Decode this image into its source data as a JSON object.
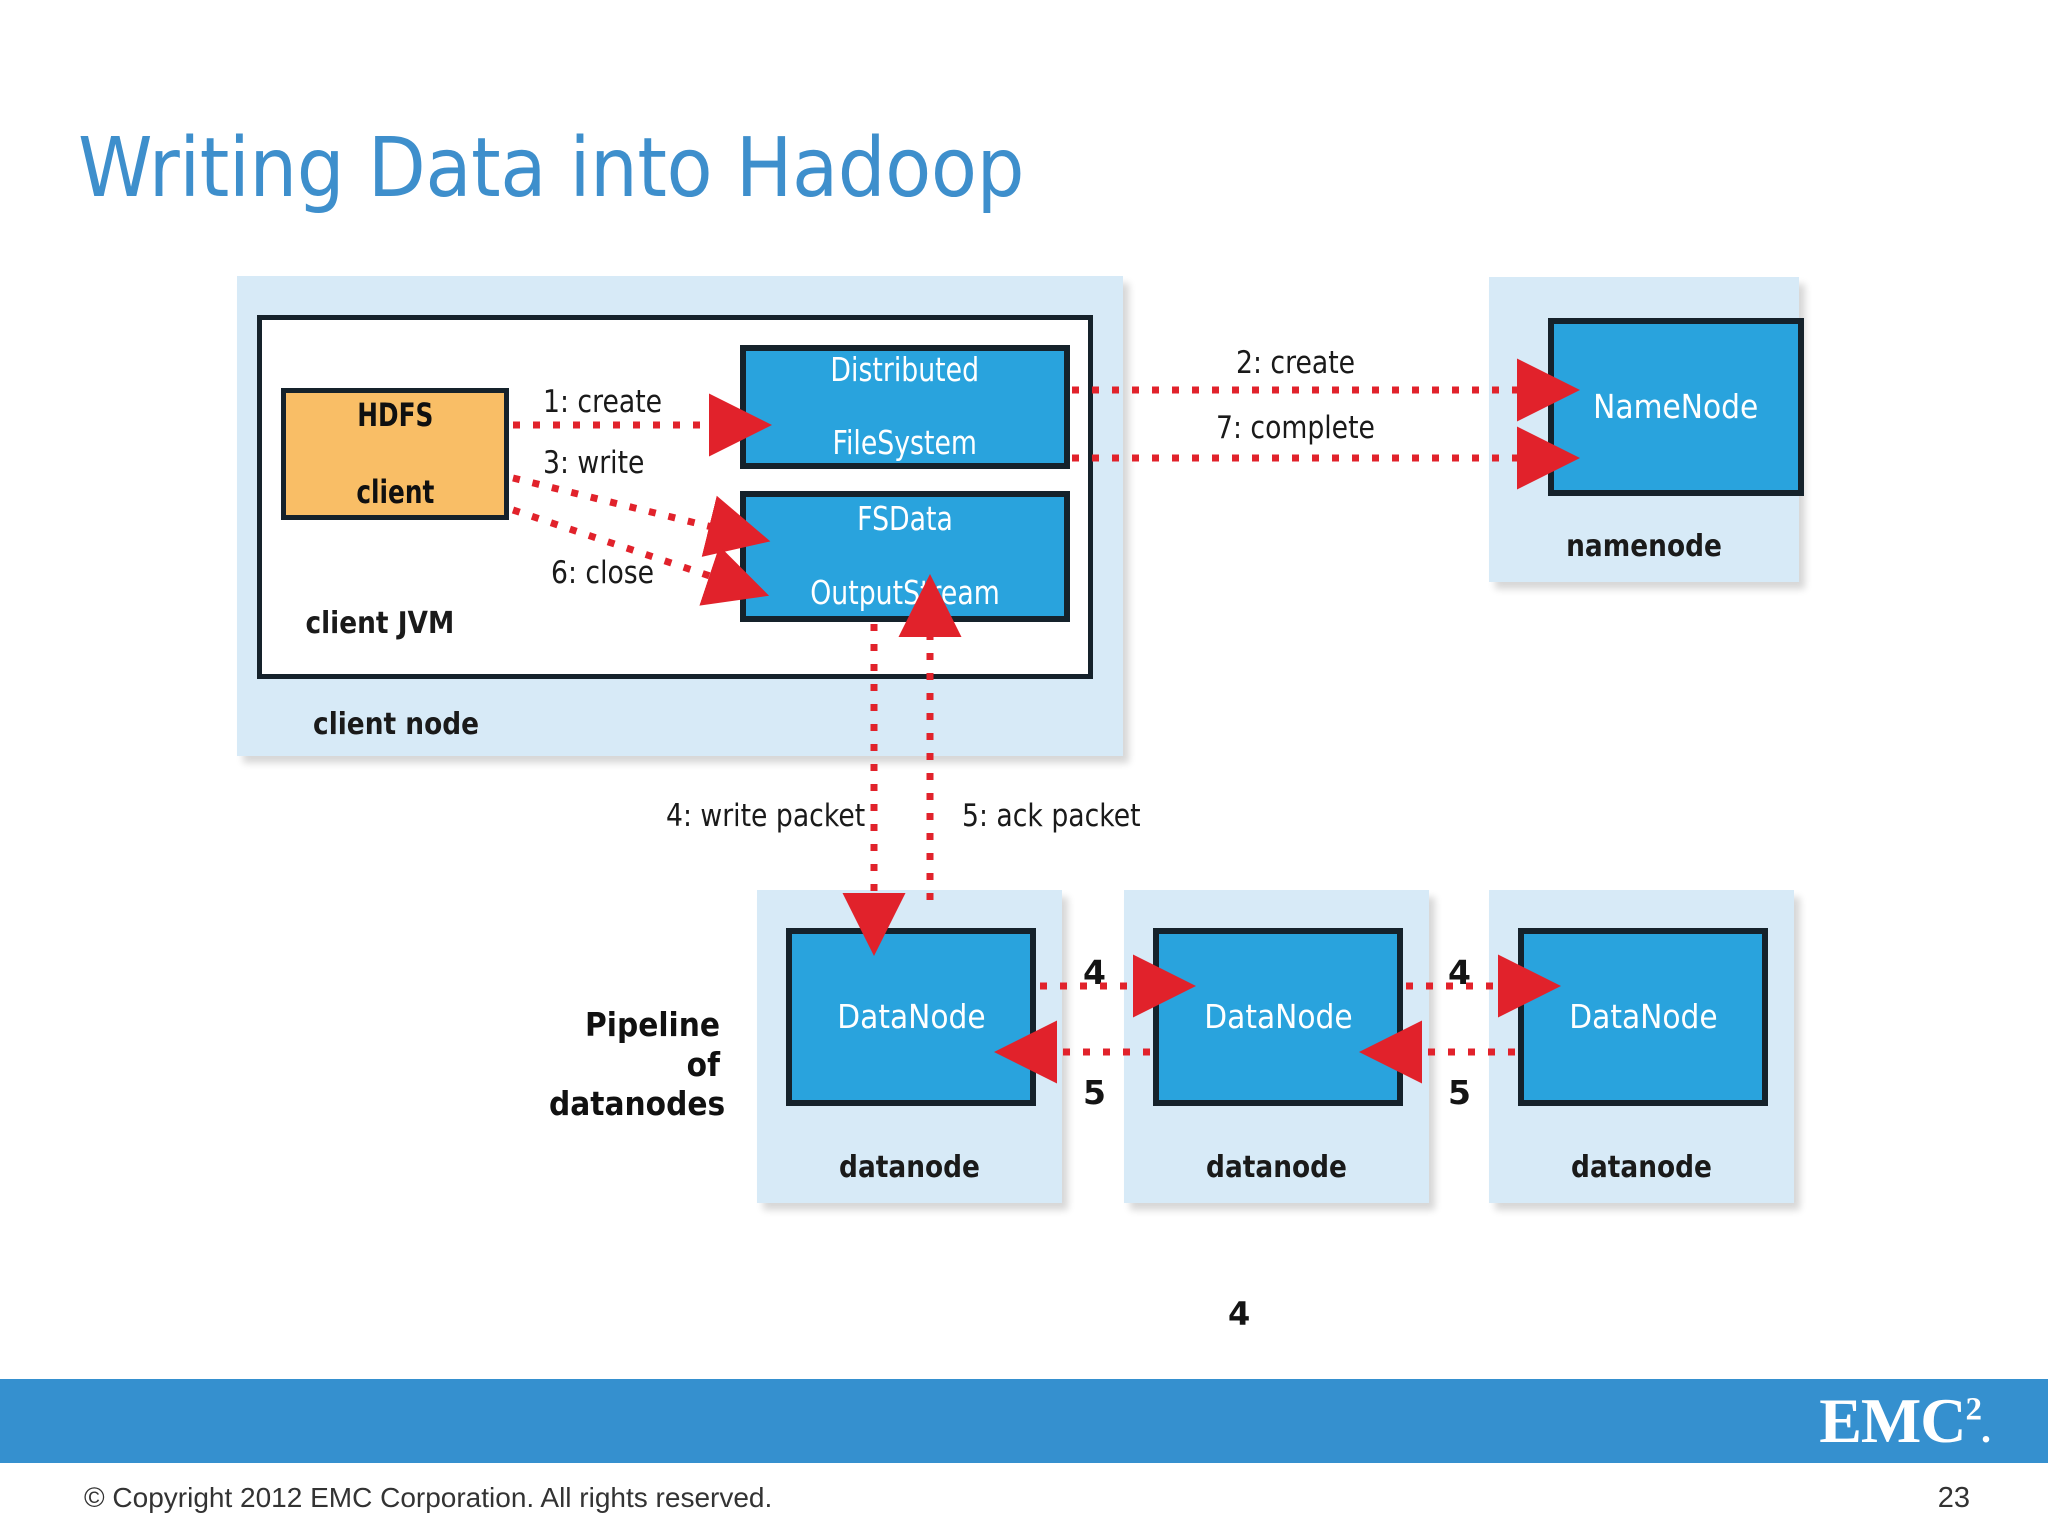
{
  "slide": {
    "title": "Writing Data into Hadoop",
    "figure_caption": "4",
    "number": "23"
  },
  "diagram": {
    "client_node": {
      "container_label": "client node",
      "jvm_label": "client JVM",
      "client_box": "HDFS\nclient",
      "client_box_line1": "HDFS",
      "client_box_line2": "client",
      "dfs_box_line1": "Distributed",
      "dfs_box_line2": "FileSystem",
      "stream_box_line1": "FSData",
      "stream_box_line2": "OutputStream"
    },
    "namenode": {
      "container_label": "namenode",
      "box_label": "NameNode"
    },
    "pipeline": {
      "label_line1": "Pipeline of",
      "label_line2": "datanodes",
      "nodes": [
        {
          "box_label": "DataNode",
          "container_label": "datanode"
        },
        {
          "box_label": "DataNode",
          "container_label": "datanode"
        },
        {
          "box_label": "DataNode",
          "container_label": "datanode"
        }
      ],
      "forward_step": "4",
      "ack_step": "5"
    },
    "steps": [
      {
        "id": "s1",
        "label": "1: create"
      },
      {
        "id": "s2",
        "label": "2: create"
      },
      {
        "id": "s3",
        "label": "3: write"
      },
      {
        "id": "s4",
        "label": "4: write packet"
      },
      {
        "id": "s5",
        "label": "5: ack packet"
      },
      {
        "id": "s6",
        "label": "6: close"
      },
      {
        "id": "s7",
        "label": "7: complete"
      }
    ]
  },
  "footer": {
    "copyright": "© Copyright 2012 EMC Corporation. All rights reserved.",
    "logo_text": "EMC",
    "logo_sup": "2",
    "logo_dot": "."
  },
  "colors": {
    "title_blue": "#3E8FCC",
    "box_blue": "#29A3DD",
    "container_blue": "#D7EAF7",
    "client_orange": "#F9BE66",
    "arrow_red": "#E1222B",
    "footer_blue": "#3590CF",
    "outline_black": "#15222B"
  }
}
